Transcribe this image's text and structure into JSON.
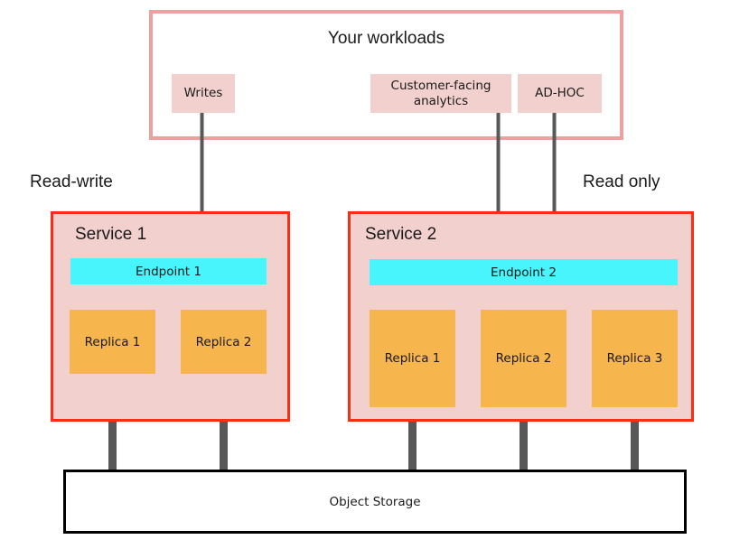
{
  "diagram": {
    "workloads": {
      "title": "Your workloads",
      "chips": [
        {
          "id": "writes",
          "label": "Writes"
        },
        {
          "id": "customer-facing-analytics",
          "label": "Customer-facing analytics"
        },
        {
          "id": "ad-hoc",
          "label": "AD-HOC"
        }
      ]
    },
    "captions": {
      "left": "Read-write",
      "right": "Read only"
    },
    "services": [
      {
        "id": "service-1",
        "title": "Service 1",
        "endpoint": "Endpoint 1",
        "replicas": [
          "Replica 1",
          "Replica 2"
        ]
      },
      {
        "id": "service-2",
        "title": "Service 2",
        "endpoint": "Endpoint 2",
        "replicas": [
          "Replica 1",
          "Replica 2",
          "Replica 3"
        ]
      }
    ],
    "storage": {
      "label": "Object Storage"
    },
    "colors": {
      "workload_border": "#eda0a0",
      "chip_fill": "#f2d0ce",
      "service_border": "#fc2d16",
      "service_fill": "#f2d0ce",
      "endpoint_fill": "#48f5fc",
      "replica_fill": "#f7b54e",
      "connector": "#585858",
      "storage_border": "#000000",
      "text": "#1a1a1a"
    }
  }
}
